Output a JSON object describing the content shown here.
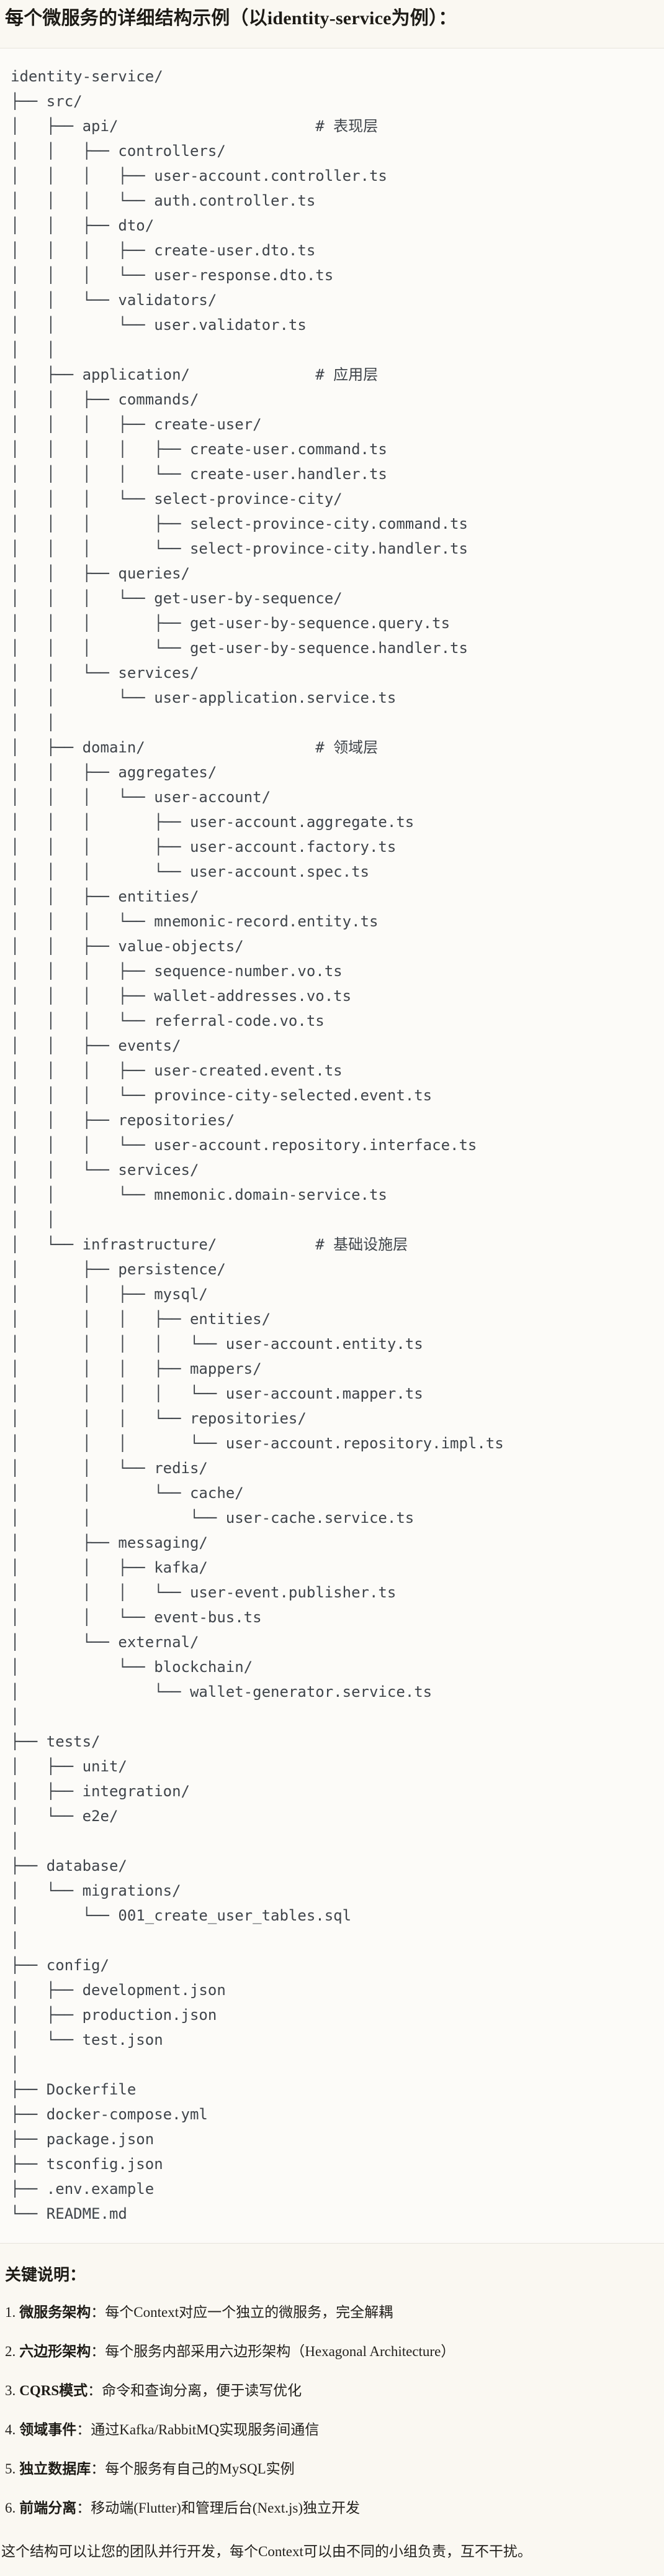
{
  "header": {
    "title": "每个微服务的详细结构示例（以identity-service为例）："
  },
  "code_block": {
    "tree_lines": [
      "identity-service/",
      "├── src/",
      "│   ├── api/                      # 表现层",
      "│   │   ├── controllers/",
      "│   │   │   ├── user-account.controller.ts",
      "│   │   │   └── auth.controller.ts",
      "│   │   ├── dto/",
      "│   │   │   ├── create-user.dto.ts",
      "│   │   │   └── user-response.dto.ts",
      "│   │   └── validators/",
      "│   │       └── user.validator.ts",
      "│   │",
      "│   ├── application/              # 应用层",
      "│   │   ├── commands/",
      "│   │   │   ├── create-user/",
      "│   │   │   │   ├── create-user.command.ts",
      "│   │   │   │   └── create-user.handler.ts",
      "│   │   │   └── select-province-city/",
      "│   │   │       ├── select-province-city.command.ts",
      "│   │   │       └── select-province-city.handler.ts",
      "│   │   ├── queries/",
      "│   │   │   └── get-user-by-sequence/",
      "│   │   │       ├── get-user-by-sequence.query.ts",
      "│   │   │       └── get-user-by-sequence.handler.ts",
      "│   │   └── services/",
      "│   │       └── user-application.service.ts",
      "│   │",
      "│   ├── domain/                   # 领域层",
      "│   │   ├── aggregates/",
      "│   │   │   └── user-account/",
      "│   │   │       ├── user-account.aggregate.ts",
      "│   │   │       ├── user-account.factory.ts",
      "│   │   │       └── user-account.spec.ts",
      "│   │   ├── entities/",
      "│   │   │   └── mnemonic-record.entity.ts",
      "│   │   ├── value-objects/",
      "│   │   │   ├── sequence-number.vo.ts",
      "│   │   │   ├── wallet-addresses.vo.ts",
      "│   │   │   └── referral-code.vo.ts",
      "│   │   ├── events/",
      "│   │   │   ├── user-created.event.ts",
      "│   │   │   └── province-city-selected.event.ts",
      "│   │   ├── repositories/",
      "│   │   │   └── user-account.repository.interface.ts",
      "│   │   └── services/",
      "│   │       └── mnemonic.domain-service.ts",
      "│   │",
      "│   └── infrastructure/           # 基础设施层",
      "│       ├── persistence/",
      "│       │   ├── mysql/",
      "│       │   │   ├── entities/",
      "│       │   │   │   └── user-account.entity.ts",
      "│       │   │   ├── mappers/",
      "│       │   │   │   └── user-account.mapper.ts",
      "│       │   │   └── repositories/",
      "│       │   │       └── user-account.repository.impl.ts",
      "│       │   └── redis/",
      "│       │       └── cache/",
      "│       │           └── user-cache.service.ts",
      "│       ├── messaging/",
      "│       │   ├── kafka/",
      "│       │   │   └── user-event.publisher.ts",
      "│       │   └── event-bus.ts",
      "│       └── external/",
      "│           └── blockchain/",
      "│               └── wallet-generator.service.ts",
      "│",
      "├── tests/",
      "│   ├── unit/",
      "│   ├── integration/",
      "│   └── e2e/",
      "│",
      "├── database/",
      "│   └── migrations/",
      "│       └── 001_create_user_tables.sql",
      "│",
      "├── config/",
      "│   ├── development.json",
      "│   ├── production.json",
      "│   └── test.json",
      "│",
      "├── Dockerfile",
      "├── docker-compose.yml",
      "├── package.json",
      "├── tsconfig.json",
      "├── .env.example",
      "└── README.md"
    ]
  },
  "notes": {
    "heading": "关键说明：",
    "items": [
      {
        "num": "1.",
        "term": "微服务架构",
        "desc": "：每个Context对应一个独立的微服务，完全解耦"
      },
      {
        "num": "2.",
        "term": "六边形架构",
        "desc": "：每个服务内部采用六边形架构（Hexagonal Architecture）"
      },
      {
        "num": "3.",
        "term": "CQRS模式",
        "desc": "：命令和查询分离，便于读写优化"
      },
      {
        "num": "4.",
        "term": "领域事件",
        "desc": "：通过Kafka/RabbitMQ实现服务间通信"
      },
      {
        "num": "5.",
        "term": "独立数据库",
        "desc": "：每个服务有自己的MySQL实例"
      },
      {
        "num": "6.",
        "term": "前端分离",
        "desc": "：移动端(Flutter)和管理后台(Next.js)独立开发"
      }
    ]
  },
  "footer": {
    "paragraph": "这个结构可以让您的团队并行开发，每个Context可以由不同的小组负责，互不干扰。"
  },
  "colors": {
    "page_bg": "#FAF8F2",
    "code_block_bg": "#FCFBF8",
    "code_block_border": "#E7E4DC",
    "tree_text": "#3F444A",
    "heading_text": "#1D1B16",
    "body_text": "#23211D"
  }
}
